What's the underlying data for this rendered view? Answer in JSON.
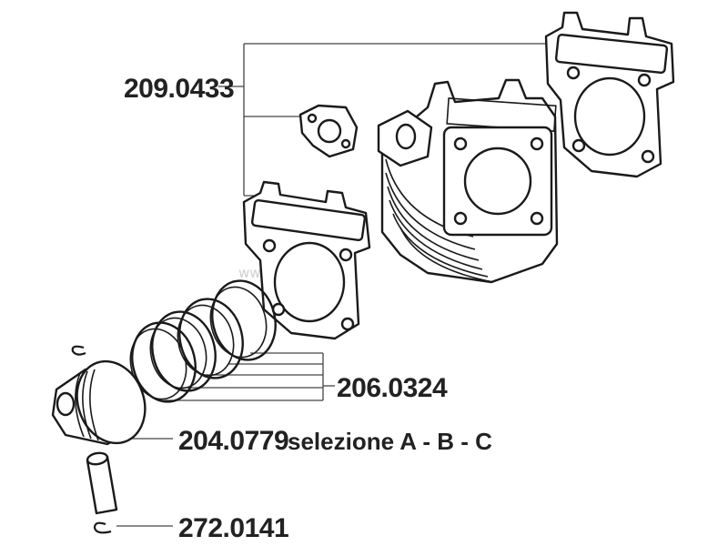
{
  "labels": {
    "gasket_set": "209.0433",
    "piston_rings": "206.0324",
    "piston_code": "204.0779",
    "piston_selection": "selezione A - B - C",
    "pin_clips": "272.0141"
  },
  "watermark": "www.prosouty.cz",
  "colors": {
    "outline": "#1a1a1a",
    "leader": "#444444",
    "text": "#222222",
    "watermark": "#cfcfcf"
  }
}
